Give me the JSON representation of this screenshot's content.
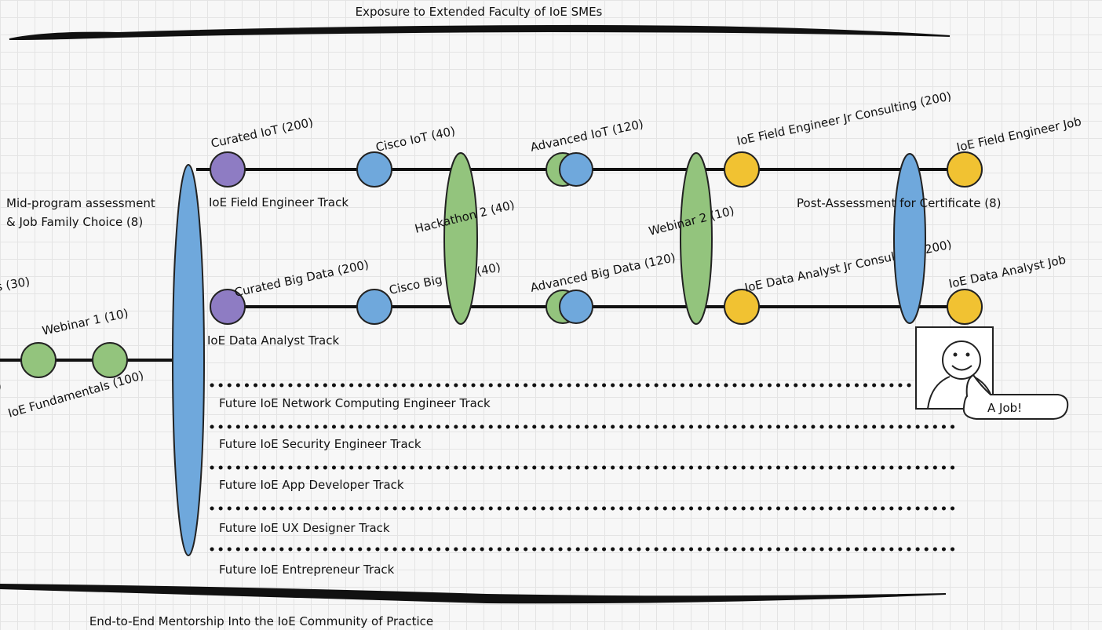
{
  "banner_top": "Exposure to Extended Faculty of IoE SMEs",
  "banner_bottom": "End-to-End Mentorship Into the IoE Community of Practice",
  "left_cut": {
    "upper": "s (30)",
    "lower": ")"
  },
  "webinar1": "Webinar 1 (10)",
  "fundamentals": "IoE Fundamentals (100)",
  "mid_assessment": [
    "Mid-program assessment",
    "& Job Family Choice (8)"
  ],
  "field_track": {
    "name": "IoE Field Engineer Track",
    "curated": "Curated IoT (200)",
    "cisco": "Cisco IoT (40)",
    "advanced": "Advanced IoT (120)",
    "consulting": "IoE Field Engineer Jr Consulting (200)",
    "job": "IoE Field Engineer Job"
  },
  "data_track": {
    "name": "IoE Data Analyst Track",
    "curated": "Curated Big Data (200)",
    "cisco": "Cisco Big Data (40)",
    "advanced": "Advanced Big Data (120)",
    "consulting": "IoE Data Analyst Jr Consulting (200)",
    "job": "IoE Data Analyst Job"
  },
  "hackathon2": "Hackathon 2 (40)",
  "webinar2": "Webinar 2 (10)",
  "post_assessment": "Post-Assessment for Certificate (8)",
  "future_tracks": [
    "Future IoE Network Computing Engineer Track",
    "Future IoE Security Engineer Track",
    "Future IoE App Developer Track",
    "Future IoE UX Designer Track",
    "Future IoE Entrepreneur Track"
  ],
  "job_bubble": "A Job!",
  "colors": {
    "purple": "#8e7cc3",
    "blue": "#6fa8dc",
    "green": "#93c47d",
    "yellow": "#f1c232",
    "outline": "#222222"
  }
}
